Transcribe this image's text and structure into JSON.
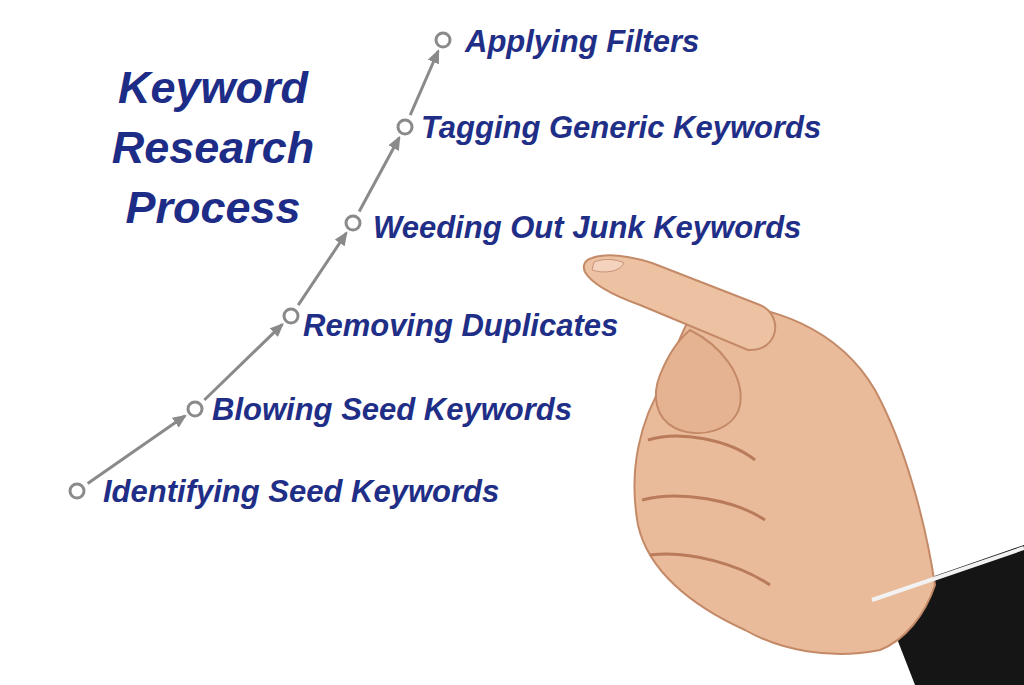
{
  "diagram": {
    "title": "Keyword Research Process",
    "nodes": [
      {
        "text": [
          "Identifying Seed Keywords"
        ]
      },
      {
        "text": [
          "Blowing Seed Keywords"
        ]
      },
      {
        "text": [
          "Removing Duplicates"
        ]
      },
      {
        "text": [
          "Weeding Out Junk Keywords"
        ]
      },
      {
        "text": [
          "Tagging Generic Keywords"
        ]
      },
      {
        "text": [
          "Applying Filters"
        ]
      }
    ],
    "edges": [
      {
        "from": 0,
        "to": 1,
        "arrow": "to"
      },
      {
        "from": 1,
        "to": 2,
        "arrow": "to"
      },
      {
        "from": 2,
        "to": 3,
        "arrow": "to"
      },
      {
        "from": 3,
        "to": 4,
        "arrow": "to"
      },
      {
        "from": 4,
        "to": 5,
        "arrow": "to"
      }
    ]
  }
}
